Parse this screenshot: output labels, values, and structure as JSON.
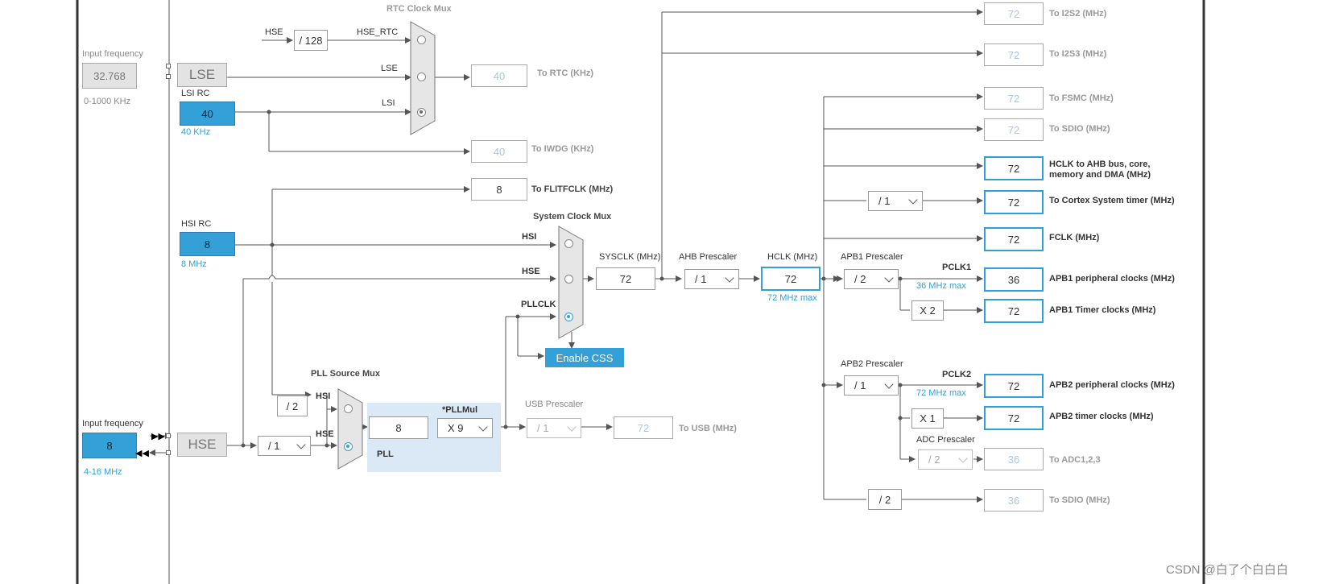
{
  "lse_block": {
    "input_label": "Input frequency",
    "input_value": "32.768",
    "range": "0-1000 KHz",
    "name": "LSE"
  },
  "lsi_block": {
    "name": "LSI RC",
    "value": "40",
    "freq": "40 KHz"
  },
  "hsi_block": {
    "name": "HSI RC",
    "value": "8",
    "freq": "8 MHz"
  },
  "hse_block": {
    "input_label": "Input frequency",
    "input_value": "8",
    "range": "4-16 MHz",
    "name": "HSE"
  },
  "rtc_mux": {
    "title": "RTC Clock Mux",
    "hse_label": "HSE",
    "divider": "/ 128",
    "hse_rtc": "HSE_RTC",
    "lse": "LSE",
    "lsi": "LSI"
  },
  "rtc_out": {
    "value": "40",
    "label": "To RTC (KHz)"
  },
  "iwdg_out": {
    "value": "40",
    "label": "To IWDG (KHz)"
  },
  "flit_out": {
    "value": "8",
    "label": "To FLITFCLK (MHz)"
  },
  "sys_mux": {
    "title": "System Clock Mux",
    "hsi": "HSI",
    "hse": "HSE",
    "pllclk": "PLLCLK"
  },
  "enable_css": "Enable CSS",
  "pll_src_mux": {
    "title": "PLL Source Mux",
    "div2": "/ 2",
    "hsi": "HSI",
    "hse": "HSE",
    "hse_div": "/ 1"
  },
  "pll": {
    "input": "8",
    "mul_label": "*PLLMul",
    "mul": "X 9",
    "name": "PLL"
  },
  "usb": {
    "title": "USB Prescaler",
    "div": "/ 1",
    "value": "72",
    "label": "To USB (MHz)"
  },
  "sysclk": {
    "label": "SYSCLK (MHz)",
    "value": "72"
  },
  "ahb": {
    "label": "AHB Prescaler",
    "div": "/ 1"
  },
  "hclk": {
    "label": "HCLK (MHz)",
    "value": "72",
    "max": "72 MHz max"
  },
  "apb1": {
    "label": "APB1 Prescaler",
    "div": "/ 2",
    "pclk": "PCLK1",
    "max": "36 MHz max",
    "timer_mul": "X 2"
  },
  "apb2": {
    "label": "APB2 Prescaler",
    "div": "/ 1",
    "pclk": "PCLK2",
    "max": "72 MHz max",
    "timer_mul": "X 1"
  },
  "adc": {
    "label": "ADC Prescaler",
    "div": "/ 2"
  },
  "cortex_div": "/ 1",
  "sdio2_div": "/ 2",
  "outputs": {
    "i2s2": {
      "value": "72",
      "label": "To I2S2 (MHz)"
    },
    "i2s3": {
      "value": "72",
      "label": "To I2S3 (MHz)"
    },
    "fsmc": {
      "value": "72",
      "label": "To FSMC (MHz)"
    },
    "sdio": {
      "value": "72",
      "label": "To SDIO (MHz)"
    },
    "hclk_ahb": {
      "value": "72",
      "label": "HCLK to AHB bus, core, memory and DMA (MHz)"
    },
    "cortex": {
      "value": "72",
      "label": "To Cortex System timer (MHz)"
    },
    "fclk": {
      "value": "72",
      "label": "FCLK (MHz)"
    },
    "apb1_periph": {
      "value": "36",
      "label": "APB1 peripheral clocks (MHz)"
    },
    "apb1_timer": {
      "value": "72",
      "label": "APB1 Timer clocks (MHz)"
    },
    "apb2_periph": {
      "value": "72",
      "label": "APB2 peripheral clocks (MHz)"
    },
    "apb2_timer": {
      "value": "72",
      "label": "APB2 timer clocks (MHz)"
    },
    "adc": {
      "value": "36",
      "label": "To ADC1,2,3"
    },
    "sdio2": {
      "value": "36",
      "label": "To SDIO (MHz)"
    }
  },
  "watermark": "CSDN @白了个白白白",
  "colors": {
    "accent": "#34a0d8",
    "active_border": "#2fa0d8",
    "wire": "#555555",
    "pll_bg": "#dbe8f5"
  }
}
